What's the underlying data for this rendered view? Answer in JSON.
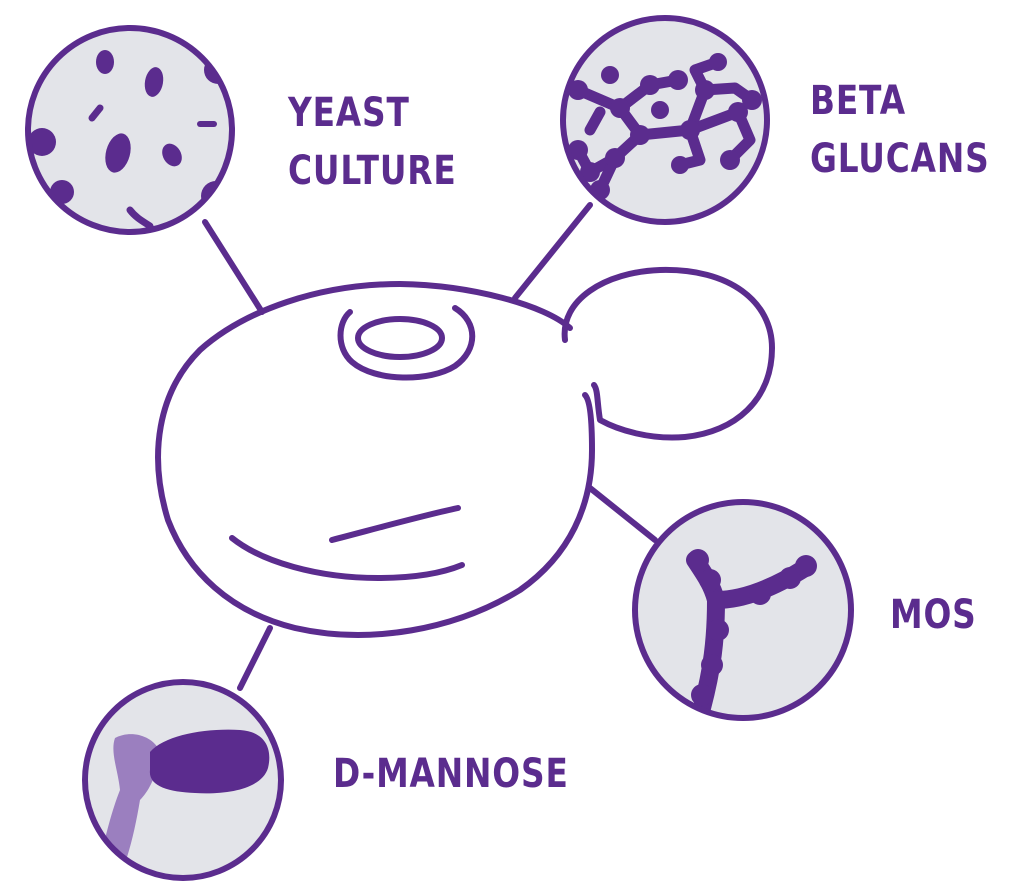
{
  "colors": {
    "ink": "#5b2c8e",
    "fill": "#e3e4e9",
    "light": "#9b7fbf",
    "label": "#5b2c8e"
  },
  "labels": {
    "yeast_culture": [
      "YEAST",
      "CULTURE"
    ],
    "beta_glucans": [
      "BETA",
      "GLUCANS"
    ],
    "mos": "MOS",
    "d_mannose": "D-MANNOSE"
  }
}
